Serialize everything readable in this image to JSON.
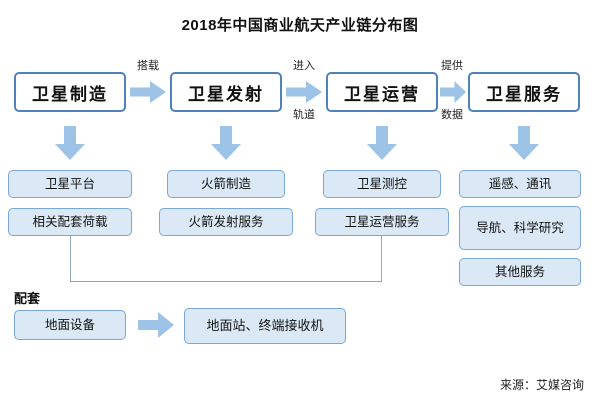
{
  "title": "2018年中国商业航天产业链分布图",
  "colors": {
    "stage_border": "#4f81bd",
    "sub_fill": "#dbe8f5",
    "sub_border": "#7ba7d7",
    "arrow_fill": "#9dc3e6"
  },
  "chain": {
    "stages": [
      {
        "label": "卫星制造"
      },
      {
        "label": "卫星发射"
      },
      {
        "label": "卫星运营"
      },
      {
        "label": "卫星服务"
      }
    ],
    "links": [
      {
        "top": "搭载",
        "bottom": ""
      },
      {
        "top": "进入",
        "bottom": "轨道"
      },
      {
        "top": "提供",
        "bottom": "数据"
      }
    ]
  },
  "segments": [
    {
      "items": [
        "卫星平台",
        "相关配套荷载"
      ]
    },
    {
      "items": [
        "火箭制造",
        "火箭发射服务"
      ]
    },
    {
      "items": [
        "卫星测控",
        "卫星运营服务"
      ]
    },
    {
      "items": [
        "遥感、通讯",
        "导航、科学研究",
        "其他服务"
      ]
    }
  ],
  "supporting": {
    "label": "配套",
    "equipment": "地面设备",
    "receiver": "地面站、终端接收机"
  },
  "source": "来源：艾媒咨询"
}
